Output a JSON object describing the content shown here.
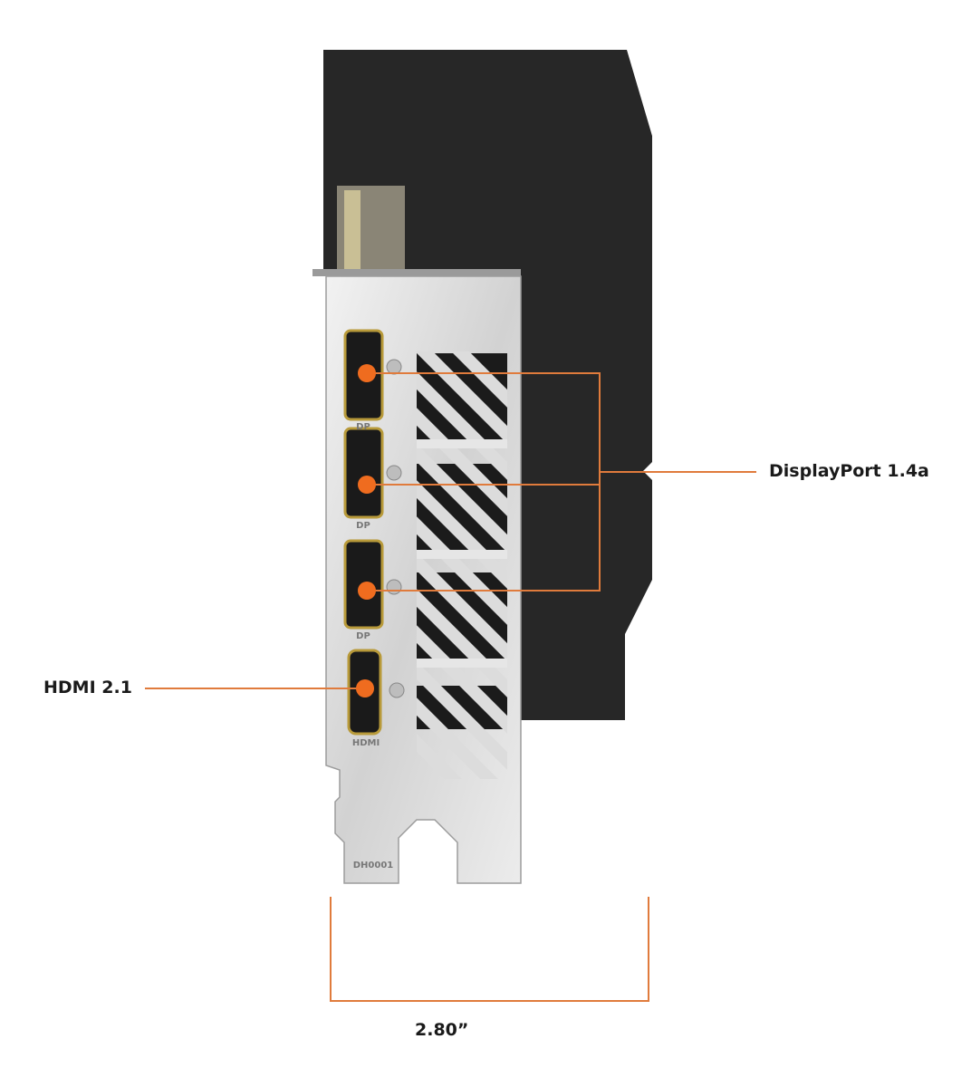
{
  "callouts": {
    "displayport": "DisplayPort 1.4a",
    "hdmi": "HDMI 2.1",
    "width": "2.80”"
  },
  "bracket_markings": {
    "port_labels": [
      "DP",
      "DP",
      "DP",
      "HDMI"
    ],
    "stamp": "DH0001"
  },
  "colors": {
    "accent": "#ef6c1f",
    "line": "#e07b3c",
    "card_body": "#262626",
    "bracket": "#d8d8d8"
  }
}
